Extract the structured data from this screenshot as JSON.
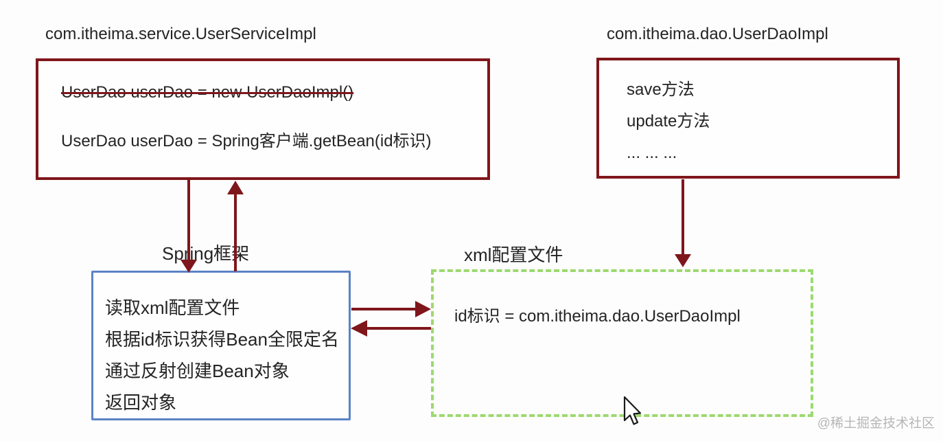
{
  "colors": {
    "dark_red": "#7f161b",
    "blue": "#5b83c4",
    "green": "#9cd96f",
    "text": "#242424",
    "watermark": "#b6b6b6",
    "background": "#fdfdfd"
  },
  "service_class": {
    "title": "com.itheima.service.UserServiceImpl",
    "old_code": "UserDao userDao = new UserDaoImpl()",
    "new_code": "UserDao userDao = Spring客户端.getBean(id标识)"
  },
  "dao_class": {
    "title": "com.itheima.dao.UserDaoImpl",
    "methods": [
      "save方法",
      "update方法",
      "... ... ..."
    ]
  },
  "spring_framework": {
    "title": "Spring框架",
    "steps": [
      "读取xml配置文件",
      "根据id标识获得Bean全限定名",
      "通过反射创建Bean对象",
      "返回对象"
    ]
  },
  "xml_config": {
    "title": "xml配置文件",
    "entry": "id标识 = com.itheima.dao.UserDaoImpl"
  },
  "watermark": "@稀土掘金技术社区"
}
